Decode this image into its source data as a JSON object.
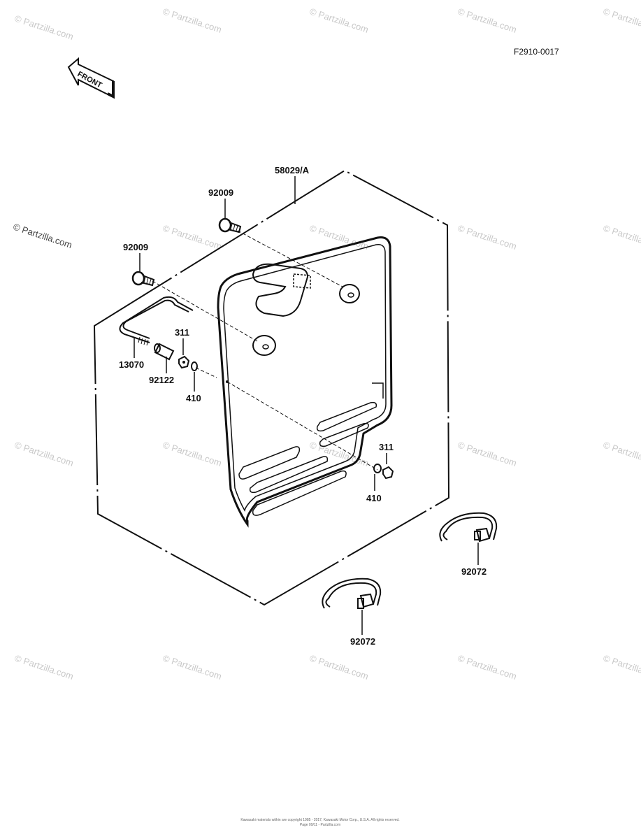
{
  "diagram_code": "F2910-0017",
  "front_label": "FRONT",
  "watermark_text": "© Partzilla.com",
  "parts": {
    "plate": "58029/A",
    "bolt_right": "92009",
    "bolt_left": "92009",
    "stay": "13070",
    "collar": "92122",
    "nut_upper": "311",
    "washer_upper": "410",
    "nut_lower": "311",
    "washer_lower": "410",
    "band_right": "92072",
    "band_left": "92072"
  },
  "footer": {
    "line1": "Kawasaki materials within are copyright 1985 - 2017, Kawasaki Motor Corp., U.S.A. All rights reserved.",
    "line2": "Page 09/11 - Partzilla.com"
  },
  "colors": {
    "line": "#111111",
    "watermark": "#c9c9c9",
    "background": "#ffffff"
  }
}
